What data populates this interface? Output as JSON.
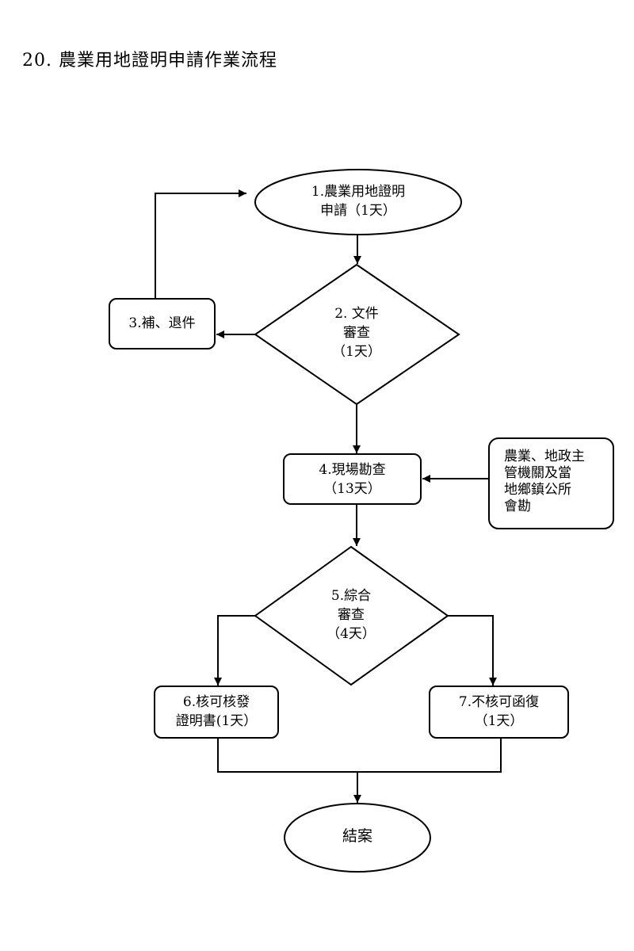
{
  "title": "20. 農業用地證明申請作業流程",
  "nodes": {
    "n1": {
      "line1": "1.農業用地證明",
      "line2": "申請（1天）"
    },
    "n2": {
      "line1": "2. 文件",
      "line2": "審查",
      "line3": "（1天）"
    },
    "n3": {
      "line1": "3.補、退件"
    },
    "n4": {
      "line1": "4.現場勘查",
      "line2": "（13天）"
    },
    "side": {
      "line1": "農業、地政主",
      "line2": "管機關及當",
      "line3": "地鄉鎮公所",
      "line4": "會勘"
    },
    "n5": {
      "line1": "5.綜合",
      "line2": "審查",
      "line3": "（4天）"
    },
    "n6": {
      "line1": "6.核可核發",
      "line2": "證明書(1天）"
    },
    "n7": {
      "line1": "7.不核可函復",
      "line2": "（1天）"
    },
    "end": {
      "line1": "結案"
    }
  }
}
